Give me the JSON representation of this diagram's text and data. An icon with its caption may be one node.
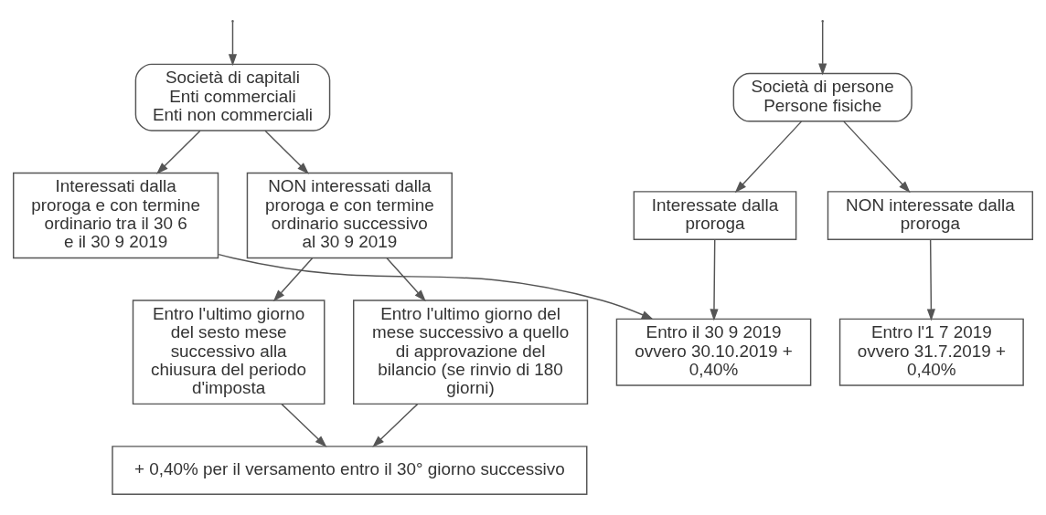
{
  "diagram": {
    "nodes": [
      {
        "text": [
          "Società di persone",
          "Persone fisiche"
        ]
      },
      {
        "text": [
          "Società di capitali",
          "Enti commerciali",
          "Enti non commerciali"
        ]
      },
      {
        "text": [
          "NON interessate dalla proroga"
        ]
      },
      {
        "text": [
          "Interessate dalla proroga"
        ]
      },
      {
        "text": [
          "Entro l'1 7 2019 ovvero 31.7.2019 + 0,40%"
        ]
      },
      {
        "text": [
          "Entro il 30 9 2019 ovvero 30.10.2019 + 0,40%"
        ]
      },
      {
        "text": [
          "Interessati dalla proroga e con termine ordinario tra il 30 6 e il 30 9 2019"
        ]
      },
      {
        "text": [
          "NON interessati dalla proroga e con termine ordinario successivo al 30 9 2019"
        ]
      },
      {
        "text": [
          "Entro l'ultimo giorno del sesto mese successivo alla chiusura del periodo d'imposta"
        ]
      },
      {
        "text": [
          "Entro l'ultimo giorno del mese successivo a quello di approvazione del bilancio (se rinvio di 180 giorni)"
        ]
      },
      {
        "text": [
          "+ 0,40% per il versamento entro il 30° giorno successivo"
        ]
      }
    ],
    "edges": [
      {
        "from": null,
        "to": 0,
        "arrow": "to"
      },
      {
        "from": null,
        "to": 1,
        "arrow": "to"
      },
      {
        "from": 0,
        "to": 2,
        "arrow": "to"
      },
      {
        "from": 0,
        "to": 3,
        "arrow": "to"
      },
      {
        "from": 2,
        "to": 4,
        "arrow": "to"
      },
      {
        "from": 3,
        "to": 5,
        "arrow": "to"
      },
      {
        "from": 1,
        "to": 6,
        "arrow": "to"
      },
      {
        "from": 1,
        "to": 7,
        "arrow": "to"
      },
      {
        "from": 6,
        "to": 5,
        "arrow": "to"
      },
      {
        "from": 7,
        "to": 8,
        "arrow": "to"
      },
      {
        "from": 7,
        "to": 9,
        "arrow": "to"
      },
      {
        "from": 8,
        "to": 10,
        "arrow": "to"
      },
      {
        "from": 9,
        "to": 10,
        "arrow": "to"
      }
    ]
  }
}
